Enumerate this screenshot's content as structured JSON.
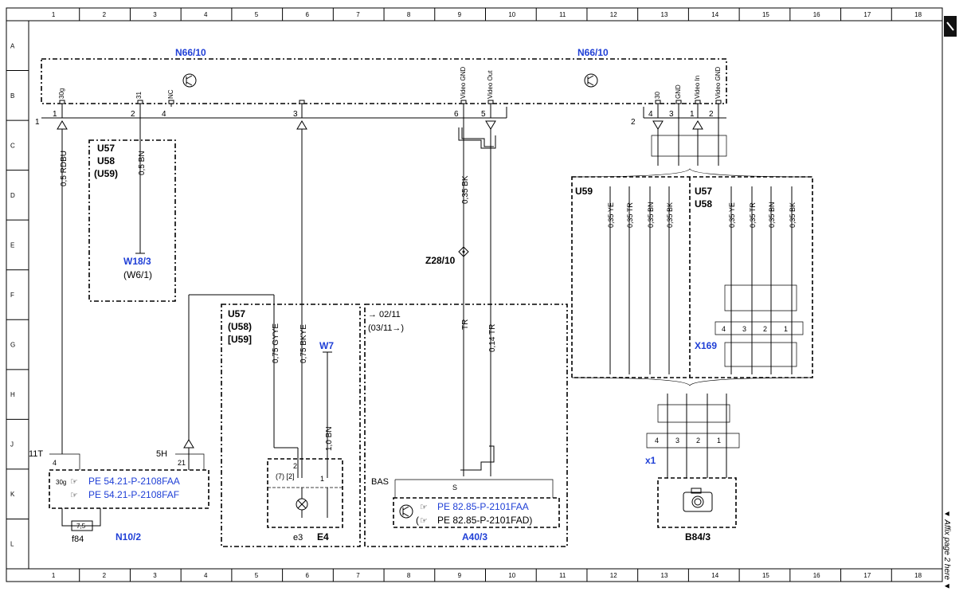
{
  "grid": {
    "cols": [
      "1",
      "2",
      "3",
      "4",
      "5",
      "6",
      "7",
      "8",
      "9",
      "10",
      "11",
      "12",
      "13",
      "14",
      "15",
      "16",
      "17",
      "18"
    ],
    "rows": [
      "A",
      "B",
      "C",
      "D",
      "E",
      "F",
      "G",
      "H",
      "J",
      "K",
      "L"
    ]
  },
  "components": {
    "n66_left": "N66/10",
    "n66_right": "N66/10",
    "u57_u58_u59_box": [
      "U57",
      "U58",
      "(U59)"
    ],
    "w18": "W18/3",
    "w6": "(W6/1)",
    "u57_u58_u59_b": [
      "U57",
      "(U58)",
      "[U59]"
    ],
    "w7": "W7",
    "date1": "→ 02/11",
    "date2": "(03/11→)",
    "z28": "Z28/10",
    "u59": "U59",
    "u57_u58_c": [
      "U57",
      "U58"
    ],
    "x169": "X169",
    "x1": "x1",
    "bas": "BAS",
    "n10": "N10/2",
    "f84": "f84",
    "e3": "e3",
    "e4": "E4",
    "a40": "A40/3",
    "b84": "B84/3",
    "conn_11t": "11T",
    "conn_5h": "5H",
    "fuse": "7,5"
  },
  "pins": {
    "p30g": "30g",
    "p31": "31",
    "pNC": "NC",
    "videoGND": "Video GND",
    "videoOut": "Video Out",
    "p30": "30",
    "pGND": "GND",
    "videoIn": "Video In",
    "videoGND2": "Video GND"
  },
  "pin_numbers": {
    "n1": "1",
    "n2": "2",
    "n4": "4",
    "n3": "3",
    "n6": "6",
    "n5": "5",
    "r4": "4",
    "r3": "3",
    "r1": "1",
    "r2": "2",
    "c1": "1",
    "c2": "2",
    "k4": "4",
    "k21": "21",
    "e2": "2",
    "e7": "(7) [2]",
    "e1": "1",
    "s": "S",
    "x169_4": "4",
    "x169_3": "3",
    "x169_2": "2",
    "x169_1": "1",
    "x1_4": "4",
    "x1_3": "3",
    "x1_2": "2",
    "x1_1": "1",
    "p30g_k": "30g"
  },
  "wires": {
    "w1": "0,5 RDBU",
    "w2": "0,5 BN",
    "w3": "0,35 BK",
    "w4": "0,75 GYYE",
    "w5": "0,75 BKYE",
    "w6": "1,0 BN",
    "w7": "TR",
    "w8": "0,14 TR",
    "u59_1": "0,35 YE",
    "u59_2": "0,35 TR",
    "u59_3": "0,35 BN",
    "u59_4": "0,35 BK",
    "u57_1": "0,35 YE",
    "u57_2": "0,35 TR",
    "u57_3": "0,35 BN",
    "u57_4": "0,35 BK"
  },
  "references": {
    "pe1": "PE 54.21-P-2108FAA",
    "pe2": "PE 54.21-P-2108FAF",
    "pe3": "PE 82.85-P-2101FAA",
    "pe4": "PE 82.85-P-2101FAD)",
    "pe4_open": "("
  },
  "side_note": "▼ Affix page 2 here ▼",
  "colors": {
    "link": "#1f3fd6",
    "line": "#000000"
  }
}
